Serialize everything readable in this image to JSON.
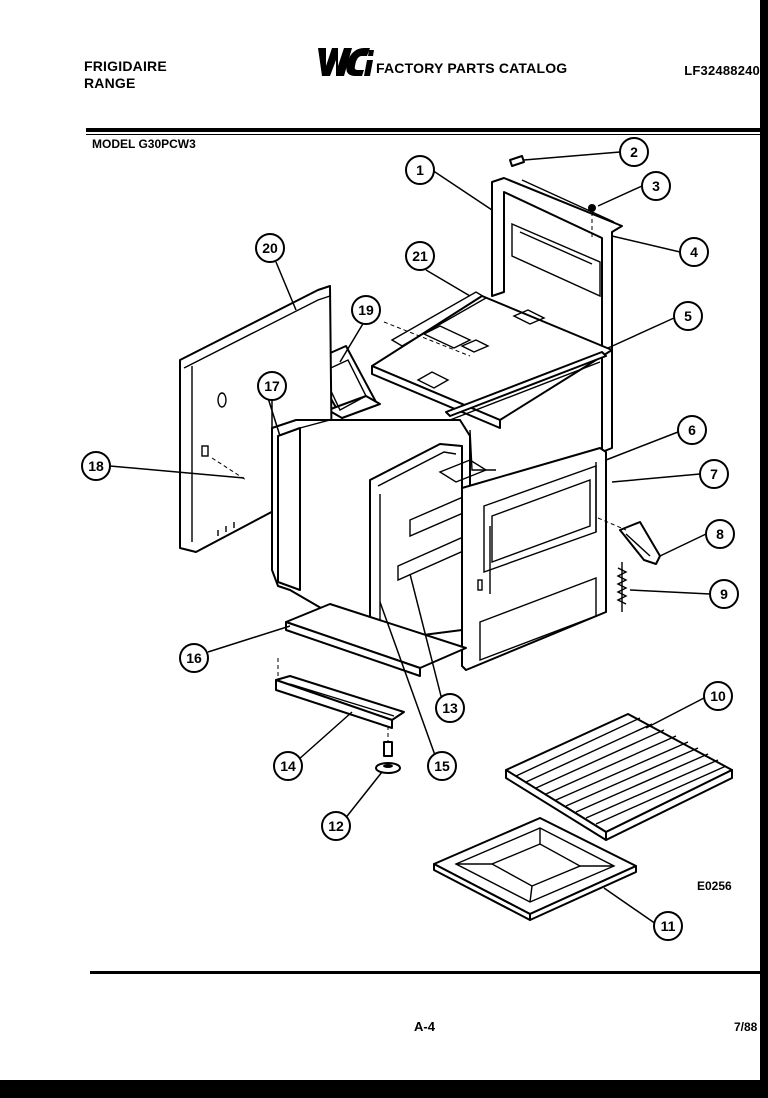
{
  "header": {
    "brand_line1": "FRIGIDAIRE",
    "brand_line2": "RANGE",
    "logo_text": "WCI",
    "catalog_title": "FACTORY PARTS CATALOG",
    "catalog_id": "LF32488240"
  },
  "model_label": "MODEL G30PCW3",
  "diagram": {
    "code": "E0256",
    "callouts": [
      "1",
      "2",
      "3",
      "4",
      "5",
      "6",
      "7",
      "8",
      "9",
      "10",
      "11",
      "12",
      "13",
      "14",
      "15",
      "16",
      "17",
      "18",
      "19",
      "20",
      "21"
    ]
  },
  "footer": {
    "page_number": "A-4",
    "revision_date": "7/88"
  }
}
